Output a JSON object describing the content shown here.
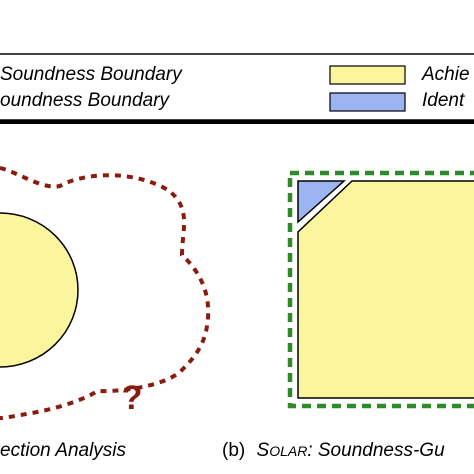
{
  "legend": {
    "entries": [
      {
        "label": "Soundness Boundary"
      },
      {
        "label": "oundness Boundary"
      },
      {
        "label": "Achie"
      },
      {
        "label": "Ident"
      }
    ]
  },
  "left_panel": {
    "unknown_mark": "?",
    "caption": "ection Analysis"
  },
  "right_panel": {
    "caption_prefix": "(b)",
    "caption_name_first": "S",
    "caption_name_rest": "OLAR",
    "caption_rest": ": Soundness-Gu"
  },
  "colors": {
    "achieved_fill": "#fbf59d",
    "identified_fill": "#9cb5f2",
    "dotted_boundary": "#8b1a10",
    "dashed_boundary": "#2f8a2a",
    "outline": "#000000"
  }
}
